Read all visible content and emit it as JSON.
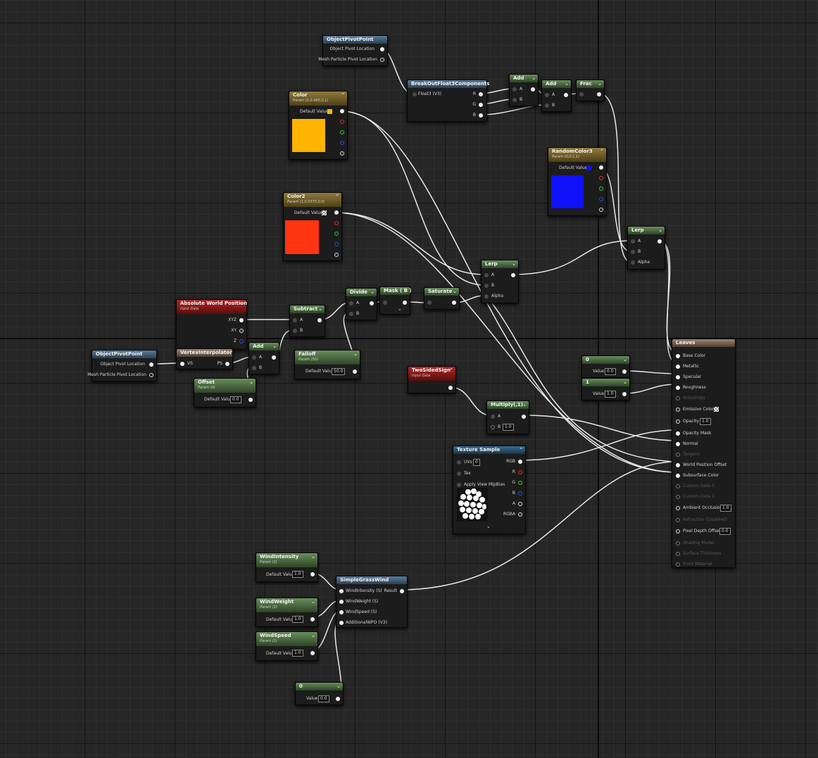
{
  "colors": {
    "color": "#FFB400",
    "color2": "#FF3410",
    "random_color3": "#1010F8"
  },
  "nodes": {
    "opp_top": {
      "title": "ObjectPivotPoint",
      "out1": "Object Pivot Location",
      "out2": "Mesh Particle Pivot Location"
    },
    "breakout": {
      "title": "BreakOutFloat3Components",
      "in1": "Float3 (V3)",
      "r": "R",
      "g": "G",
      "b": "B"
    },
    "add1": {
      "title": "Add",
      "a": "A",
      "b": "B"
    },
    "add2": {
      "title": "Add",
      "a": "A",
      "b": "B"
    },
    "frac": {
      "title": "Frac"
    },
    "color": {
      "title": "Color",
      "sub": "Param (1,0.483,0,1)",
      "label": "Default Value"
    },
    "random_color3": {
      "title": "RandomColor3",
      "sub": "Param (0,0,1,1)",
      "label": "Default Value"
    },
    "color2": {
      "title": "Color2",
      "sub": "Param (1,0.0375,0,0)",
      "label": "Default Value"
    },
    "lerp_right": {
      "title": "Lerp",
      "a": "A",
      "b": "B",
      "alpha": "Alpha"
    },
    "lerp_mid": {
      "title": "Lerp",
      "a": "A",
      "b": "B",
      "alpha": "Alpha"
    },
    "divide": {
      "title": "Divide",
      "a": "A",
      "b": "B"
    },
    "mask": {
      "title": "Mask ( B )"
    },
    "saturate": {
      "title": "Saturate"
    },
    "subtract": {
      "title": "Subtract",
      "a": "A",
      "b": "B"
    },
    "awp": {
      "title": "Absolute World Position",
      "sub": "Input Data",
      "xyz": "XYZ",
      "xy": "XY",
      "z": "Z"
    },
    "opp_left": {
      "title": "ObjectPivotPoint",
      "out1": "Object Pivot Location",
      "out2": "Mesh Particle Pivot Location"
    },
    "vi": {
      "title": "VertexInterpolator",
      "vs": "VS",
      "ps": "PS"
    },
    "add3": {
      "title": "Add",
      "a": "A",
      "b": "B"
    },
    "falloff": {
      "title": "Falloff",
      "sub": "Param (50)",
      "label": "Default Value",
      "value": "50.0"
    },
    "offset": {
      "title": "Offset",
      "sub": "Param (0)",
      "label": "Default Value",
      "value": "0.0"
    },
    "two_sided": {
      "title": "TwoSidedSign",
      "sub": "Input Data"
    },
    "multiply": {
      "title": "Multiply(,1)",
      "a": "A",
      "b": "B",
      "b_value": "1.0"
    },
    "const0": {
      "title": "0",
      "label": "Value",
      "value": "0.0"
    },
    "const1": {
      "title": "1",
      "label": "Value",
      "value": "1.0"
    },
    "texture": {
      "title": "Texture Sample",
      "uvs": "UVs",
      "uvs_value": "0",
      "tex": "Tex",
      "apply": "Apply View MipBias",
      "rgb": "RGB",
      "r": "R",
      "g": "G",
      "b": "B",
      "a": "A",
      "rgba": "RGBA"
    },
    "wind_intensity": {
      "title": "WindIntensity",
      "sub": "Param (1)",
      "label": "Default Value",
      "value": "1.0"
    },
    "wind_weight": {
      "title": "WindWeight",
      "sub": "Param (1)",
      "label": "Default Value",
      "value": "1.0"
    },
    "wind_speed": {
      "title": "WindSpeed",
      "sub": "Param (1)",
      "label": "Default Value",
      "value": "1.0"
    },
    "sgw": {
      "title": "SimpleGrassWind",
      "in1": "WindIntensity (S)",
      "in2": "WindWeight (S)",
      "in3": "WindSpeed (S)",
      "in4": "AdditionalWPO (V3)",
      "out": "Result"
    },
    "const_bottom": {
      "title": "0",
      "label": "Value",
      "value": "0.0"
    },
    "leaves": {
      "title": "Leaves",
      "rows": [
        "Base Color",
        "Metallic",
        "Specular",
        "Roughness",
        "Anisotropy",
        "Emissive Color",
        "Opacity",
        "Opacity Mask",
        "Normal",
        "Tangent",
        "World Position Offset",
        "Subsurface Color",
        "Custom Data 0",
        "Custom Data 1",
        "Ambient Occlusion",
        "Refraction (Disabled)",
        "Pixel Depth Offset",
        "Shading Model",
        "Surface Thickness",
        "Front Material"
      ],
      "opacity_value": "1.0",
      "ao_value": "1.0",
      "pdo_value": "0.0"
    }
  }
}
